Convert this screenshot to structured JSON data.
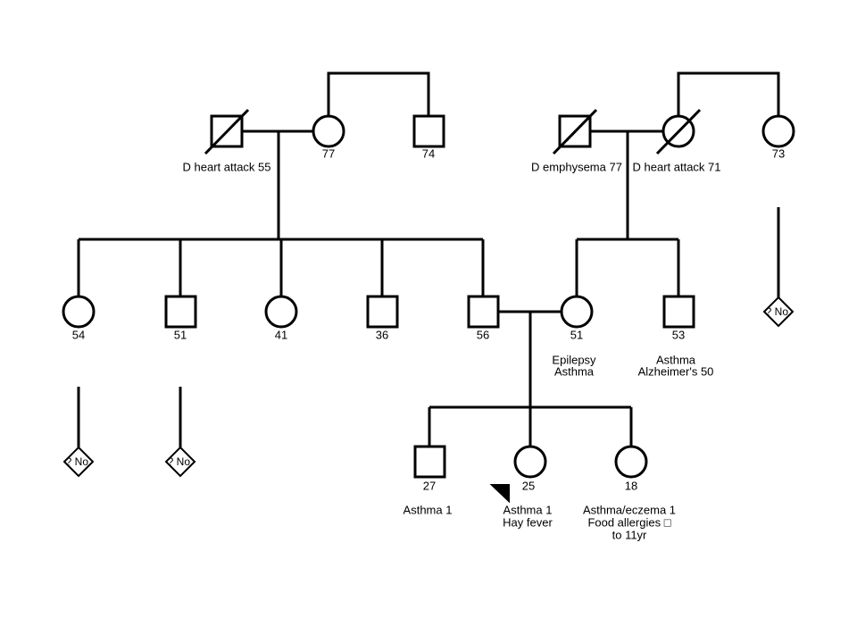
{
  "gen1": {
    "pgf_note": "D heart attack 55",
    "pgm_age": "77",
    "pgm_brother_age": "74",
    "mgf_note": "D emphysema 77",
    "mgm_note": "D heart attack 71",
    "mgm_sister_age": "73"
  },
  "gen2": {
    "aunt1_age": "54",
    "uncle1_age": "51",
    "aunt2_age": "41",
    "uncle2_age": "36",
    "father_age": "56",
    "mother_age": "51",
    "mother_notes": [
      "Epilepsy",
      "Asthma"
    ],
    "mat_uncle_age": "53",
    "mat_uncle_notes": [
      "Asthma",
      "Alzheimer's 50"
    ],
    "cousin_marker": "? No."
  },
  "gen3": {
    "brother_age": "27",
    "brother_notes": [
      "Asthma 1"
    ],
    "proband_age": "25",
    "proband_notes": [
      "Asthma 1",
      "Hay fever"
    ],
    "sister_age": "18",
    "sister_notes": [
      "Asthma/eczema 1",
      "Food allergies □",
      "to 11yr"
    ],
    "cousin_marker": "? No."
  }
}
